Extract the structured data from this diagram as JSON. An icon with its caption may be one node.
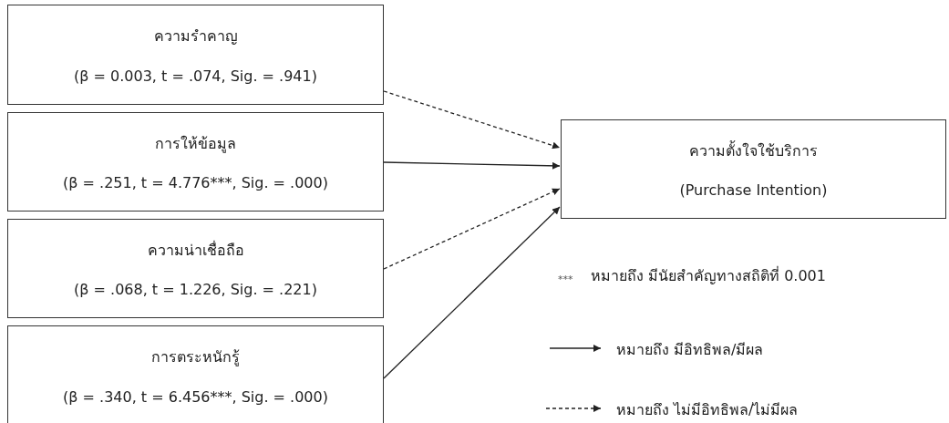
{
  "diagram": {
    "nodes": [
      {
        "text": [
          "ความรำคาญ",
          "(β = 0.003, t = .074, Sig. = .941)"
        ]
      },
      {
        "text": [
          "การให้ข้อมูล",
          "(β = .251, t = 4.776***, Sig. = .000)"
        ]
      },
      {
        "text": [
          "ความน่าเชื่อถือ",
          "(β = .068, t = 1.226, Sig. = .221)"
        ]
      },
      {
        "text": [
          "การตระหนักรู้",
          "(β = .340, t = 6.456***, Sig. = .000)"
        ]
      },
      {
        "text": [
          "ความตั้งใจใช้บริการ",
          "(Purchase Intention)"
        ]
      }
    ],
    "edges": [
      {
        "from": 0,
        "to": 4,
        "arrow": "to",
        "style": "dashed"
      },
      {
        "from": 1,
        "to": 4,
        "arrow": "to"
      },
      {
        "from": 2,
        "to": 4,
        "arrow": "to",
        "style": "dashed"
      },
      {
        "from": 3,
        "to": 4,
        "arrow": "to"
      }
    ],
    "labels": [
      "***",
      "หมายถึง มีนัยสำคัญทางสถิติที่ 0.001"
    ],
    "legend": [
      {
        "text": "หมายถึง มีอิทธิพล/มีผล"
      },
      {
        "text": "หมายถึง ไม่มีอิทธิพล/ไม่มีผล"
      }
    ]
  }
}
